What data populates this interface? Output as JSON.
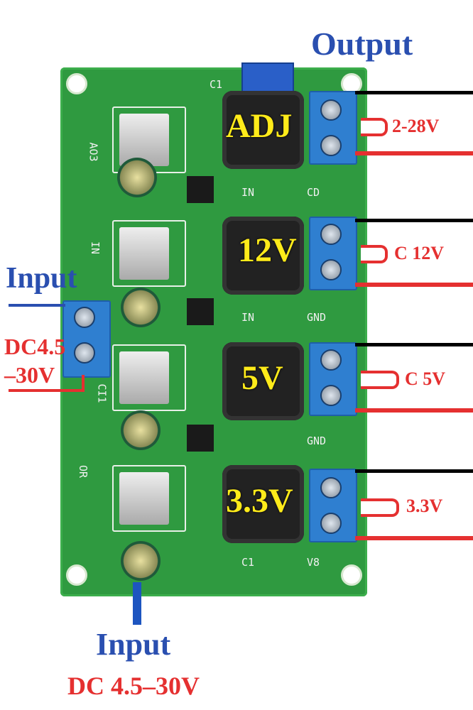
{
  "labels": {
    "output": "Output",
    "input_left": "Input",
    "dc_left_1": "DC4.5",
    "dc_left_2": "–30V",
    "input_bottom": "Input",
    "dc_bottom": "DC 4.5–30V"
  },
  "modules": [
    {
      "name": "ADJ",
      "output": "2-28V"
    },
    {
      "name": "12V",
      "output": "C 12V"
    },
    {
      "name": "5V",
      "output": "C 5V"
    },
    {
      "name": "3.3V",
      "output": "3.3V"
    }
  ],
  "silkscreen": [
    "C1",
    "AO3",
    "IN",
    "CD",
    "IN",
    "IN",
    "GND",
    "CI1",
    "GND",
    "OR",
    "C1",
    "V8"
  ],
  "colors": {
    "board": "#2f9a40",
    "label_blue": "#2a4fb0",
    "label_red": "#e53030",
    "module_text": "#ffeb1a"
  }
}
